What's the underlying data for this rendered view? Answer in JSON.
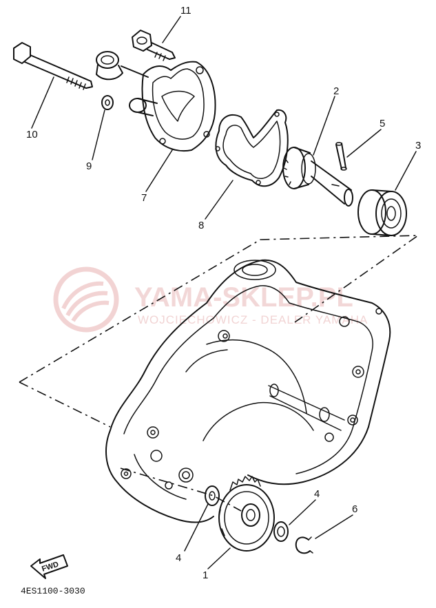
{
  "watermark": {
    "title": "YAMA-SKLEP.PL",
    "subtitle": "WOJCIECHOWICZ - DEALER YAMAHA"
  },
  "diagram_code": "4ES1100-3030",
  "fwd_label": "FWD",
  "callouts": {
    "c1": "1",
    "c2": "2",
    "c3": "3",
    "c4a": "4",
    "c4b": "4",
    "c5": "5",
    "c6": "6",
    "c7": "7",
    "c8": "8",
    "c9": "9",
    "c10": "10",
    "c11": "11"
  }
}
